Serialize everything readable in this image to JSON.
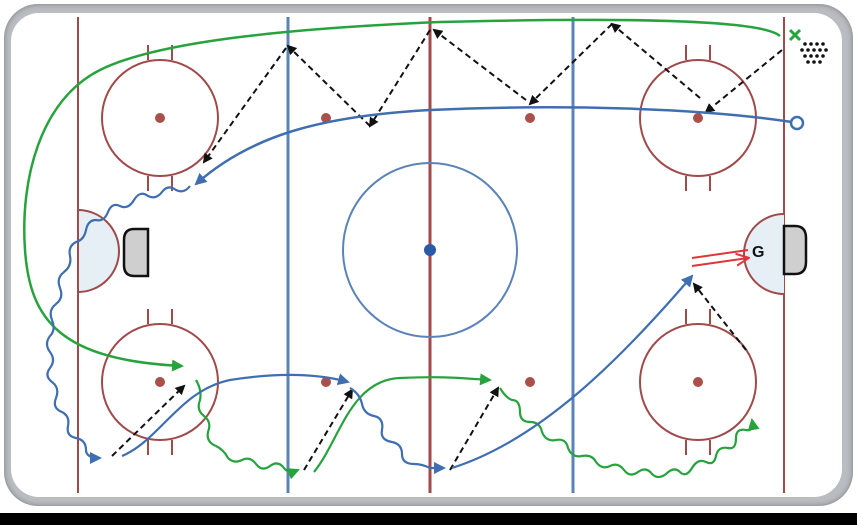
{
  "diagram": {
    "goalie_label": "G",
    "colors": {
      "rink_line_red": "#a04a4a",
      "blue_line": "#5a83b8",
      "faceoff_dot": "#a9504a",
      "center_dot": "#2b5aa8",
      "player_green": "#27a33e",
      "player_blue": "#3f6fb0",
      "pass_arrow": "#111111",
      "shot_arrow": "#e0353a",
      "crease_fill": "#e6eef6",
      "net_fill": "#cfcfcf"
    },
    "markers": {
      "forward_symbol": "x",
      "defense_symbol": "o",
      "pucks_icon": "puck-pile-icon"
    }
  }
}
